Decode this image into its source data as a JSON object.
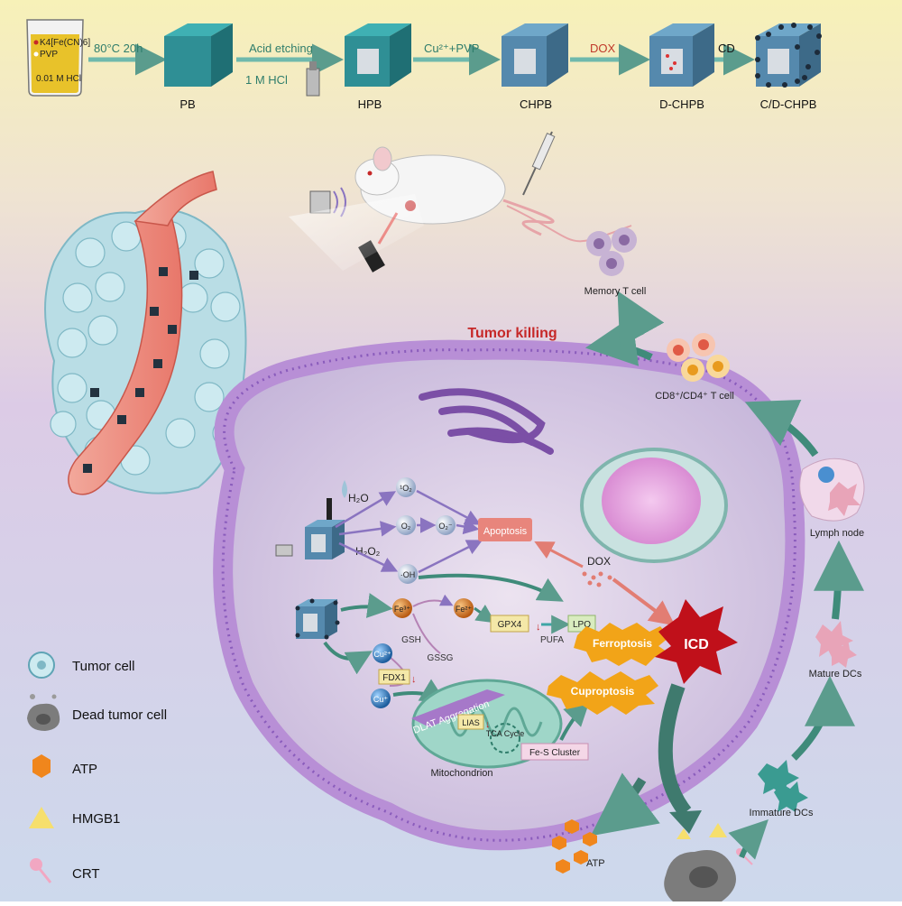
{
  "synthesis": {
    "beaker_lines": [
      "K4[Fe(CN)6]",
      "PVP",
      "0.01 M HCl"
    ],
    "condition": "80°C 20h",
    "etch_top": "Acid etching",
    "etch_bottom": "1 M HCl",
    "cu_pvp": "Cu²⁺+PVP",
    "dox": "DOX",
    "cd": "CD",
    "stages": [
      "PB",
      "HPB",
      "CHPB",
      "D-CHPB",
      "C/D-CHPB"
    ]
  },
  "labels": {
    "tumor_killing": "Tumor killing",
    "memory_t": "Memory T cell",
    "cd8_cd4": "CD8⁺/CD4⁺ T cell",
    "lymph_node": "Lymph node",
    "mature_dcs": "Mature DCs",
    "immature_dcs": "Immature DCs",
    "atp_release": "ATP",
    "apoptosis": "Apoptosis",
    "ferroptosis": "Ferroptosis",
    "cuproptosis": "Cuproptosis",
    "icd": "ICD",
    "dox_mol": "DOX",
    "h2o": "H₂O",
    "h2o2": "H₂O₂",
    "singlet_o2": "¹O₂",
    "o2": "O₂",
    "superoxide": "O₂⁻",
    "oh": "·OH",
    "fe3": "Fe³⁺",
    "fe2": "Fe²⁺",
    "gsh": "GSH",
    "gssg": "GSSG",
    "gpx4": "GPX4",
    "lpo": "LPO",
    "pufa": "PUFA",
    "cu2": "Cu²⁺",
    "cu1": "Cu⁺",
    "fdx1": "FDX1",
    "dlat": "DLAT Aggregation",
    "lias": "LIAS",
    "tca": "TCA Cycle",
    "fes": "Fe-S Cluster",
    "mitochondrion": "Mitochondrion"
  },
  "legend": [
    {
      "label": "Tumor cell",
      "icon": "tumor-cell-icon"
    },
    {
      "label": "Dead tumor cell",
      "icon": "dead-tumor-cell-icon"
    },
    {
      "label": "ATP",
      "icon": "atp-hexagon-icon"
    },
    {
      "label": "HMGB1",
      "icon": "hmgb1-triangle-icon"
    },
    {
      "label": "CRT",
      "icon": "crt-pin-icon"
    }
  ],
  "colors": {
    "arrow_teal": "#3f8b7a",
    "red_text": "#c62828",
    "membrane": "#c79be0",
    "cube": "#2f8f95"
  }
}
